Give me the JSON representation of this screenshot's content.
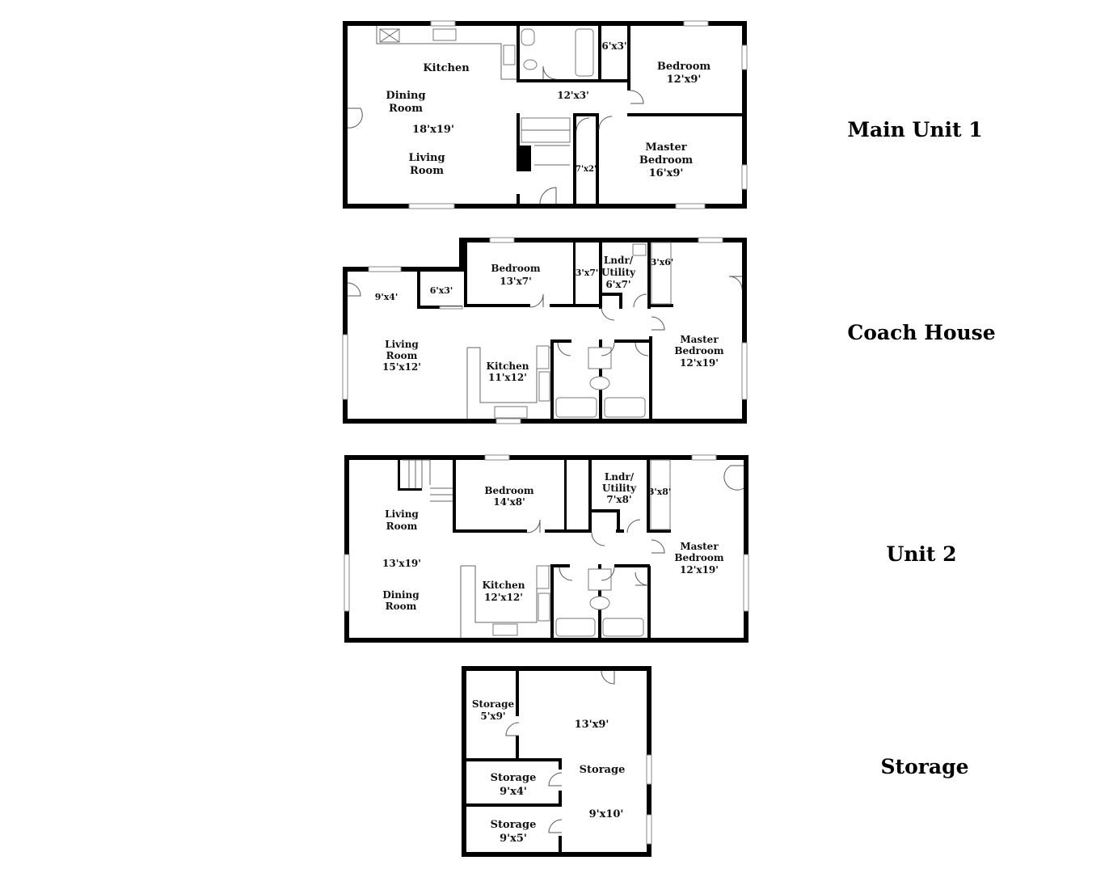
{
  "units": {
    "main_unit_1": {
      "title": "Main Unit 1",
      "kitchen": "Kitchen",
      "dining_room": "Dining Room",
      "dining_size": "18'x19'",
      "living_room": "Living Room",
      "hall_size": "12'x3'",
      "closet_size": "6'x3'",
      "bedroom": "Bedroom",
      "bedroom_size": "12'x9'",
      "master_bedroom": "Master Bedroom",
      "master_size": "16'x9'",
      "closet2_size": "7'x2'"
    },
    "coach_house": {
      "title": "Coach House",
      "entry_size": "9'x4'",
      "closet_size": "6'x3'",
      "bedroom": "Bedroom",
      "bedroom_size": "13'x7'",
      "closet2_size": "3'x7'",
      "laundry": "Lndr/ Utility",
      "laundry_size": "6'x7'",
      "closet3_size": "3'x6'",
      "living_room": "Living Room",
      "living_size": "15'x12'",
      "kitchen": "Kitchen",
      "kitchen_size": "11'x12'",
      "master_bedroom": "Master Bedroom",
      "master_size": "12'x19'"
    },
    "unit_2": {
      "title": "Unit 2",
      "living_room": "Living Room",
      "living_size": "13'x19'",
      "dining_room": "Dining Room",
      "bedroom": "Bedroom",
      "bedroom_size": "14'x8'",
      "laundry": "Lndr/ Utility",
      "laundry_size": "7'x8'",
      "closet_size": "3'x8'",
      "kitchen": "Kitchen",
      "kitchen_size": "12'x12'",
      "master_bedroom": "Master Bedroom",
      "master_size": "12'x19'"
    },
    "storage": {
      "title": "Storage",
      "storage_a": "Storage",
      "storage_a_size": "5'x9'",
      "main_size": "13'x9'",
      "storage_main": "Storage",
      "main_size2": "9'x10'",
      "storage_b": "Storage",
      "storage_b_size": "9'x4'",
      "storage_c": "Storage",
      "storage_c_size": "9'x5'"
    }
  }
}
